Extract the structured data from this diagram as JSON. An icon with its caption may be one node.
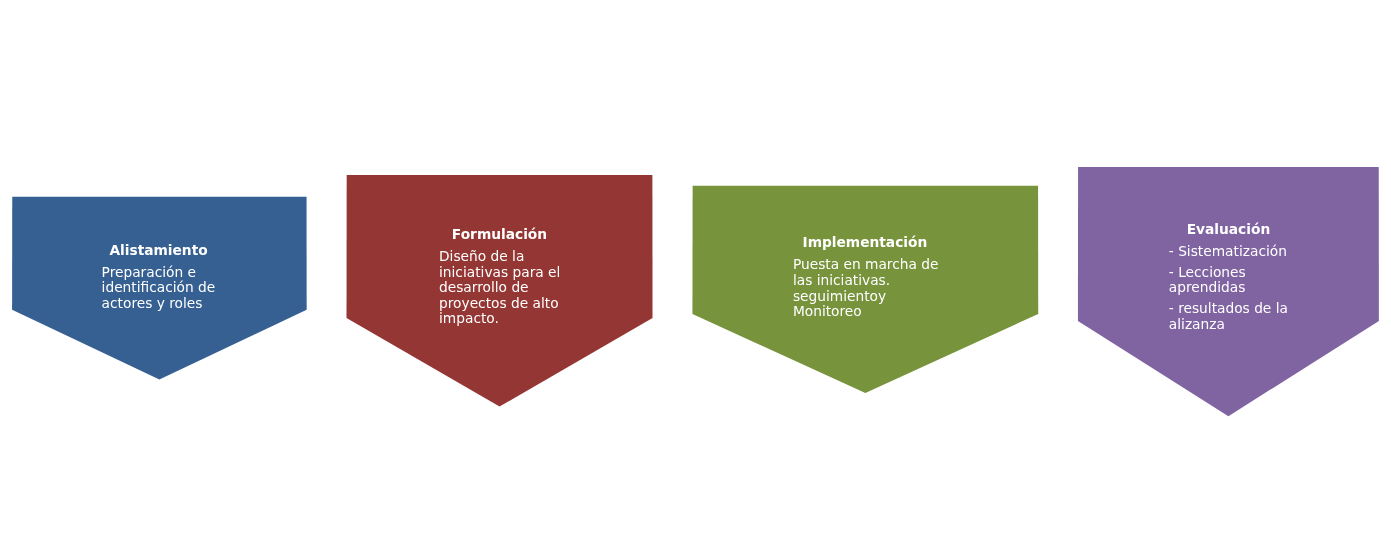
{
  "diagram": {
    "nodes": [
      {
        "text": [
          "Alistamiento",
          "Preparación e identificación de actores y roles"
        ]
      },
      {
        "text": [
          "Formulación",
          "Diseño de la iniciativas para el desarrollo de proyectos de alto impacto."
        ]
      },
      {
        "text": [
          "Implementación",
          "Puesta en marcha de las iniciativas. seguimientoy Monitoreo"
        ]
      },
      {
        "text": [
          "Evaluación",
          "- Sistematización",
          "- Lecciones aprendidas",
          "- resultados de la alizanza"
        ]
      }
    ],
    "edges": []
  }
}
